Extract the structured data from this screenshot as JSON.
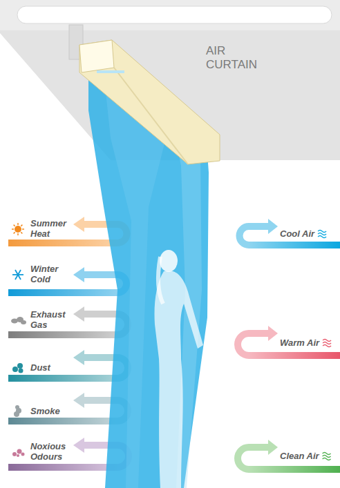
{
  "diagram": {
    "labels": [
      "AIR CURTAIN",
      "Summer Heat",
      "Winter Cold",
      "Exhaust Gas",
      "Dust",
      "Smoke",
      "Noxious Odours",
      "Cool Air",
      "Warm Air",
      "Clean Air"
    ]
  }
}
